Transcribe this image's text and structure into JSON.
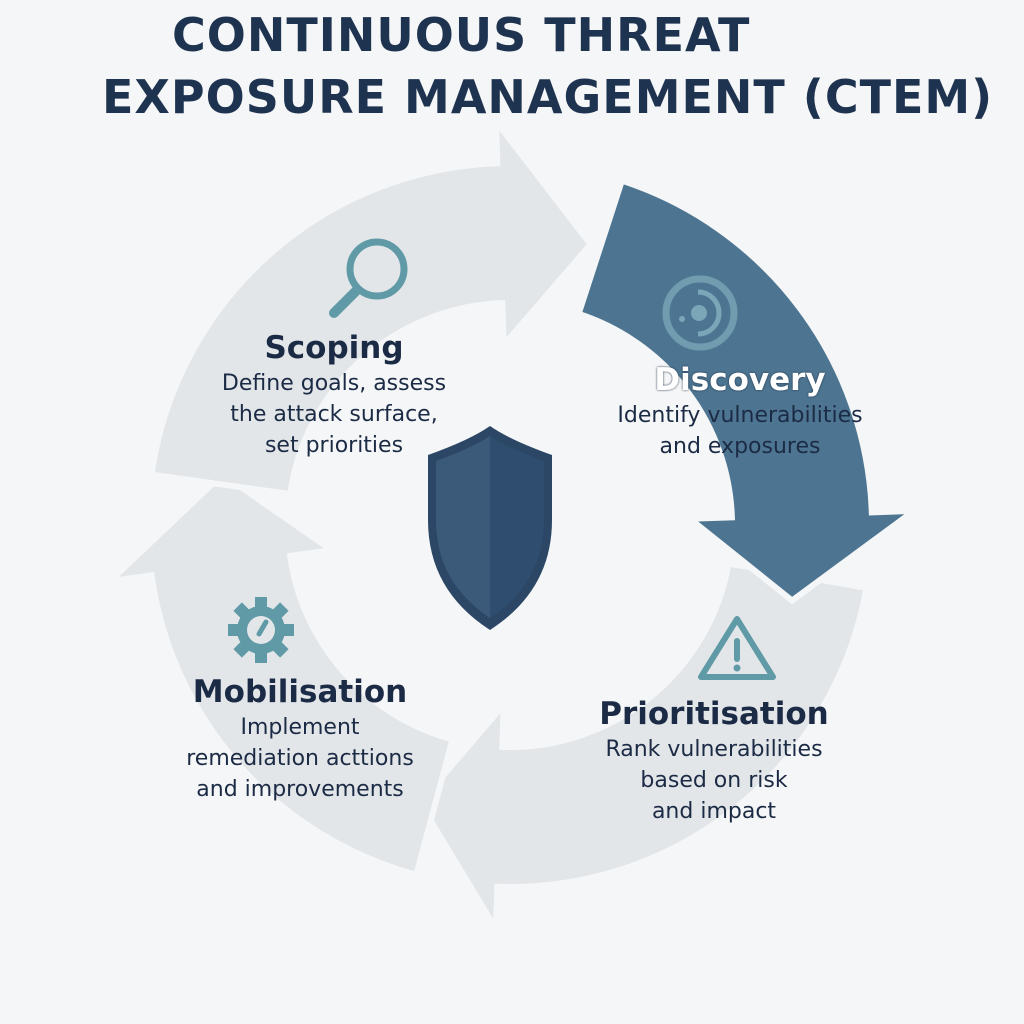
{
  "title": {
    "line1": "CONTINUOUS THREAT",
    "line2": "EXPOSURE MANAGEMENT (CTEM)"
  },
  "colors": {
    "accent": "#4d7591",
    "ring": "#e3e6e9",
    "icon": "#5f9aa6",
    "shield_dark": "#2c4766",
    "shield_light": "#3b5a7a"
  },
  "stages": {
    "scoping": {
      "name": "Scoping",
      "desc": [
        "Define goals, assess",
        "the attack surface,",
        "set priorities"
      ],
      "icon": "magnifier-icon"
    },
    "discovery": {
      "name": "Discovery",
      "desc": [
        "Identify vulnerabilities",
        "and exposures"
      ],
      "icon": "radar-icon"
    },
    "prioritisation": {
      "name": "Prioritisation",
      "desc": [
        "Rank vulnerabilities",
        "based on risk",
        "and impact"
      ],
      "icon": "warning-icon"
    },
    "mobilisation": {
      "name": "Mobilisation",
      "desc": [
        "Implement",
        "remediation acttions",
        "and improvements"
      ],
      "icon": "gear-icon"
    }
  }
}
